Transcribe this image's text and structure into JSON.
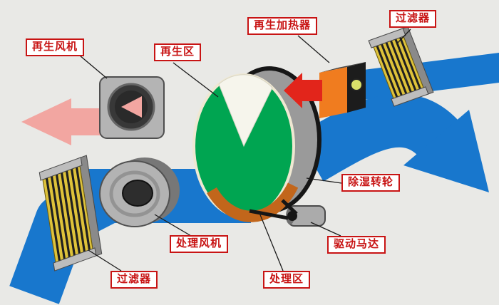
{
  "labels": {
    "regen_fan": "再生风机",
    "regen_zone": "再生区",
    "regen_heater": "再生加热器",
    "filter_top": "过滤器",
    "wheel": "除湿转轮",
    "motor": "驱动马达",
    "process_fan": "处理风机",
    "process_zone": "处理区",
    "filter_bottom": "过滤器"
  },
  "colors": {
    "background": "#e9e9e6",
    "process_air": "#1877cd",
    "regen_air": "#f2a6a1",
    "hot_air": "#e2251b",
    "wheel_face": "#00a551",
    "wheel_heat": "#c2661b",
    "heater_body": "#f07c1f",
    "filter_media": "#dec23a",
    "label_accent": "#c81414"
  }
}
